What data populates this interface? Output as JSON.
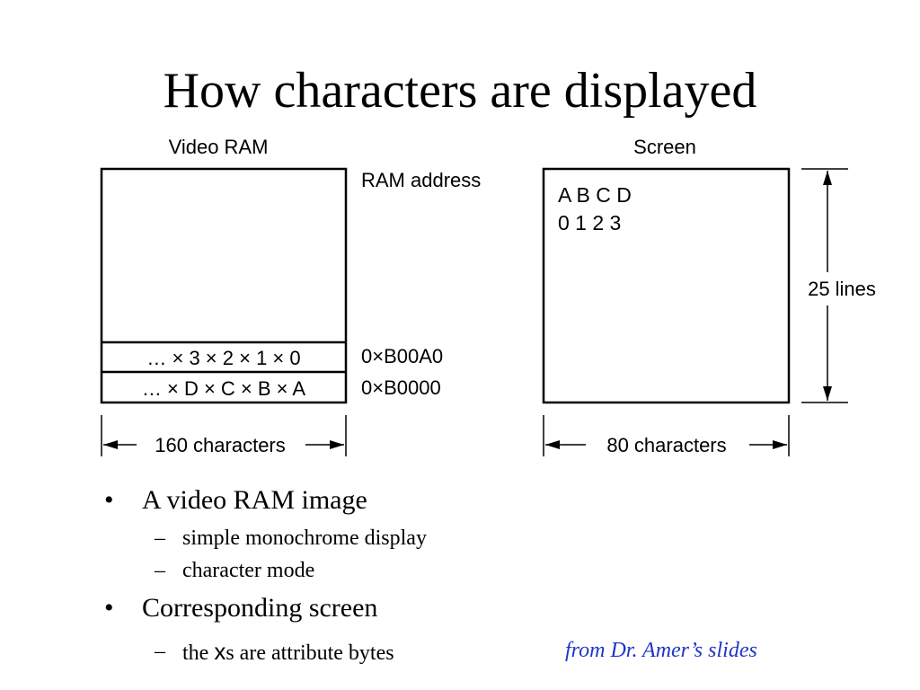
{
  "slide": {
    "title": "How characters are displayed"
  },
  "diagram": {
    "video_ram_label": "Video RAM",
    "screen_label": "Screen",
    "ram_address_label": "RAM address",
    "row_upper": "… × 3 × 2 × 1 × 0",
    "row_lower": "… × D × C × B × A",
    "address_upper": "0×B00A0",
    "address_lower": "0×B0000",
    "ram_width_label": "160 characters",
    "screen_line1": "A B C D",
    "screen_line2": "0 1 2 3",
    "screen_height_label": "25 lines",
    "screen_width_label": "80 characters"
  },
  "bullets": {
    "item1": "A video RAM image",
    "item1_sub1": "simple monochrome display",
    "item1_sub2": "character mode",
    "item2": "Corresponding screen",
    "item2_sub1_prefix": "the ",
    "item2_sub1_x": "x",
    "item2_sub1_suffix": "s are attribute bytes",
    "bullet_glyph": "•",
    "dash_glyph": "–"
  },
  "source": {
    "credit": "from Dr. Amer’s slides",
    "color": "#1f34c9"
  }
}
